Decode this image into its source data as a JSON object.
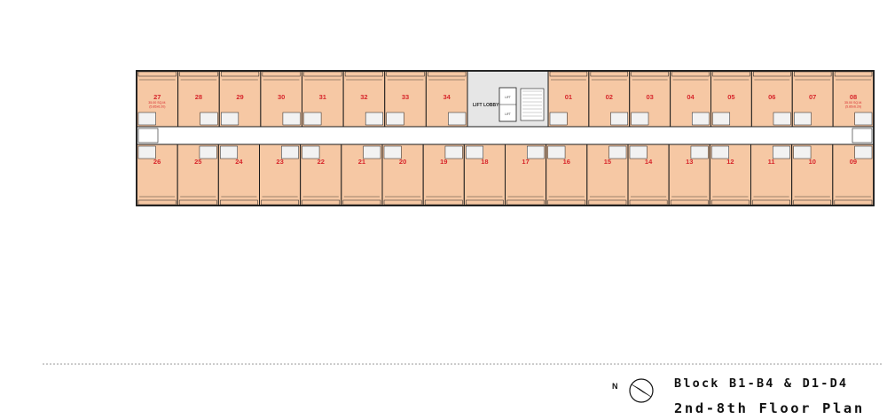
{
  "plan": {
    "lift_lobby_label": "LIFT LOBBY",
    "lift_label": "LIFT",
    "colors": {
      "unit_fill": "#f6c8a4",
      "corridor_fill": "#ffffff",
      "wall": "#1a1a1a",
      "label": "#d7262b",
      "core_fill": "#e6e6e6"
    },
    "top_units": [
      {
        "num": "27",
        "area": "35.00 SQ.M.",
        "dim": "(5.85x6.20)"
      },
      {
        "num": "28",
        "area": "",
        "dim": ""
      },
      {
        "num": "29",
        "area": "",
        "dim": ""
      },
      {
        "num": "30",
        "area": "",
        "dim": ""
      },
      {
        "num": "31",
        "area": "",
        "dim": ""
      },
      {
        "num": "32",
        "area": "",
        "dim": ""
      },
      {
        "num": "33",
        "area": "",
        "dim": ""
      },
      {
        "num": "34",
        "area": "",
        "dim": ""
      },
      {
        "num": "01",
        "area": "",
        "dim": ""
      },
      {
        "num": "02",
        "area": "",
        "dim": ""
      },
      {
        "num": "03",
        "area": "",
        "dim": ""
      },
      {
        "num": "04",
        "area": "",
        "dim": ""
      },
      {
        "num": "05",
        "area": "",
        "dim": ""
      },
      {
        "num": "06",
        "area": "",
        "dim": ""
      },
      {
        "num": "07",
        "area": "",
        "dim": ""
      },
      {
        "num": "08",
        "area": "35.00 SQ.M.",
        "dim": "(5.85x6.20)"
      }
    ],
    "bottom_units": [
      {
        "num": "26",
        "area": "",
        "dim": ""
      },
      {
        "num": "25",
        "area": "",
        "dim": ""
      },
      {
        "num": "24",
        "area": "",
        "dim": ""
      },
      {
        "num": "23",
        "area": "",
        "dim": ""
      },
      {
        "num": "22",
        "area": "",
        "dim": ""
      },
      {
        "num": "21",
        "area": "",
        "dim": ""
      },
      {
        "num": "20",
        "area": "",
        "dim": ""
      },
      {
        "num": "19",
        "area": "",
        "dim": ""
      },
      {
        "num": "18",
        "area": "",
        "dim": ""
      },
      {
        "num": "17",
        "area": "",
        "dim": ""
      },
      {
        "num": "16",
        "area": "",
        "dim": ""
      },
      {
        "num": "15",
        "area": "",
        "dim": ""
      },
      {
        "num": "14",
        "area": "",
        "dim": ""
      },
      {
        "num": "13",
        "area": "",
        "dim": ""
      },
      {
        "num": "12",
        "area": "",
        "dim": ""
      },
      {
        "num": "11",
        "area": "",
        "dim": ""
      },
      {
        "num": "10",
        "area": "",
        "dim": ""
      },
      {
        "num": "09",
        "area": "",
        "dim": ""
      }
    ]
  },
  "north_label": "N",
  "title": {
    "line1": "Block B1-B4 & D1-D4",
    "line2": "2nd-8th Floor Plan"
  }
}
